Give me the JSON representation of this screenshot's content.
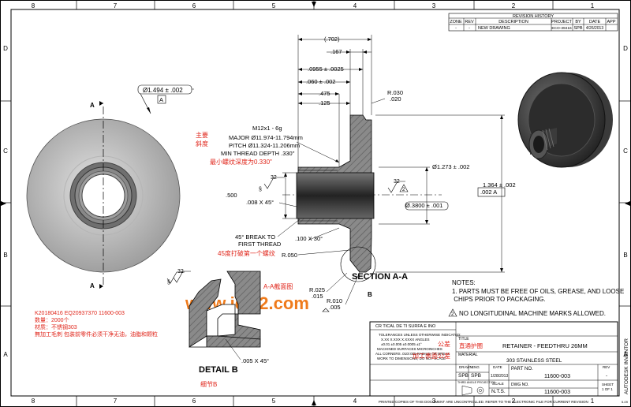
{
  "border": {
    "top_zones": [
      "8",
      "7",
      "6",
      "5",
      "4",
      "3",
      "2",
      "1"
    ],
    "bottom_zones": [
      "8",
      "7",
      "6",
      "5",
      "4",
      "3",
      "2",
      "1"
    ],
    "side_zones": [
      "D",
      "C",
      "B",
      "A"
    ]
  },
  "revision": {
    "title": "REVISION HISTORY",
    "headers": [
      "ZONE",
      "REV",
      "DESCRIPTION",
      "PROJECT",
      "BY",
      "DATE",
      "APP"
    ],
    "row": [
      "-",
      "-",
      "NEW DRAWING",
      "ECO-39416",
      "SPB",
      "4/26/2013",
      ""
    ]
  },
  "front_view": {
    "section_mark": "A",
    "dia_callout": "Ø1.494 ± .002",
    "datum": "A",
    "note_red": "K20180416 EQ20937370 11600-003\n数量：2000个\n材质：不锈钢303\n無加工毛刺 包装前零件必须干净无油，油脂和颗粒",
    "watermark": "www.jdw2.com"
  },
  "section_view": {
    "dim_702": "(.702)",
    "dim_167": ".167",
    "dim_0955": ".0955 ± .0025",
    "dim_060": ".060 ± .002",
    "dim_475": ".475",
    "dim_125": ".125",
    "radius_030": "R.030\n.020",
    "thread_lines": [
      "M12x1 - 6g",
      "MAJOR Ø11.974-11.794mm",
      "PITCH Ø11.324-11.206mm",
      "MIN THREAD DEPTH .330\""
    ],
    "red_major": "主要\n斜度",
    "red_thread_depth": "最小螺纹深度为0.330\"",
    "dim_500": ".500",
    "finish_left": "32",
    "finish_right": "32",
    "triangle_2": "2",
    "chamfer_008": ".008 X 45°",
    "dia_1273": "Ø1.273 ± .002",
    "dia_3800": "Ø.3800 ± .001",
    "dia_1364": "1.364 ± .002",
    "datum_ref": ".002 A",
    "break_note": "45° BREAK TO\nFIRST THREAD",
    "red_break": "45度打破第一个螺纹",
    "chamfer_100": ".100 X 30°",
    "radius_050": "R.050",
    "section_label": "SECTION A-A",
    "red_section": "A-A截面图",
    "radius_025": "R.025\n.015",
    "radius_010": "R.010\n.005",
    "detail_callout": "B"
  },
  "detail_view": {
    "finish": "32",
    "chamfer": ".005 X 45°",
    "label": "DETAIL  B",
    "red_label": "细节B"
  },
  "notes": {
    "title": "NOTES:",
    "item1": "1. PARTS MUST BE FREE OF OILS, GREASE, AND LOOSE\n    CHIPS PRIOR TO PACKAGING.",
    "item2": "NO LONGITUDINAL MACHINE MARKS ALLOWED.",
    "item2_num": "2"
  },
  "title_block": {
    "banner": "CR TICAL DE TI    SURFA E  INO",
    "tolerances": "TOLERANCES UNLESS OTHERWISE INDICATED:\nX.XX  X.XXX  X.XXXX  ANGLES\n±0.01  ±0.005  ±0.0005  ±1°\nMACHINED SURFACES  MICROINCHES\nALL CORNERS .010/.005 RADIUS OR BREAK\nWORK TO DIMENSIONS, DO NOT SCALE",
    "title_label": "TITLE",
    "title_red": "直通护圈",
    "title": "RETAINER - FEEDTHRU 26MM",
    "material_label": "MATERIAL",
    "material": "303 STAINLESS STEEL",
    "red_tolerance": "公差",
    "red_finish": "加工表面公差",
    "drawn_label": "DRAWN",
    "eng_label": "ENG",
    "date_label": "DATE",
    "drawn": "SPB",
    "eng": "SPB",
    "date": "1/28/2013",
    "part_no_label": "PART NO.",
    "part_no": "11600-003",
    "rev_label": "REV",
    "rev": "-",
    "projection": "THIRD ANGLE PROJECTION",
    "scale_label": "SCALE",
    "scale": "N.T.S.",
    "dwg_label": "DWG NO.",
    "dwg_no": "11600-003",
    "sheet": "SHEET\n1  OF 1",
    "inventor": "AUTODESK INVENTOR",
    "footer": "PRINTED COPIES OF THIS DOCUMENT ARE UNCONTROLLED.  REFER TO THE ELECTRONIC FILE FOR CURRENT REVISION",
    "page_code": "5-09"
  }
}
